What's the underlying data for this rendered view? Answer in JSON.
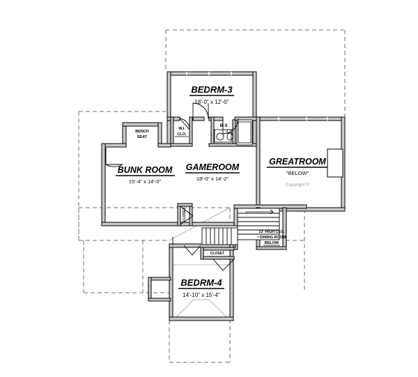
{
  "document": {
    "type": "architectural-floor-plan",
    "level": "second-floor",
    "background_color": "#ffffff",
    "line_color": "#000000",
    "wall_fill": "#b9b9b9",
    "copyright_color": "#9a9a9a"
  },
  "rooms": [
    {
      "id": "bedrm3",
      "name": "BEDRM-3",
      "dimensions": "18'-0\" x 12'-0\"",
      "underlined": true
    },
    {
      "id": "bunkroom",
      "name": "BUNK ROOM",
      "dimensions": "15'-4\" x 14'-0\"",
      "underlined": true
    },
    {
      "id": "gameroom",
      "name": "GAMEROOM",
      "dimensions": "18'-0\" x 14'-2\"",
      "underlined": true
    },
    {
      "id": "greatroom",
      "name": "GREATROOM",
      "dimensions": "\"BELOW\"",
      "underlined": true
    },
    {
      "id": "bedrm4",
      "name": "BEDRM-4",
      "dimensions": "14'-10\" x 15'-4\"",
      "underlined": true
    }
  ],
  "small_labels": {
    "bench_seat_line1": "BENCH",
    "bench_seat_line2": "SEAT",
    "walk_in_closet_line1": "W.I.",
    "walk_in_closet_line2": "CLO.",
    "bath3": "B-3",
    "closet_vertical": "CLOSET",
    "closet_horizontal": "CLOSET"
  },
  "notes": {
    "ceiling_note_line1": "13' HIGH CLG.",
    "ceiling_note_line2": "• DINING ROOM",
    "ceiling_note_line3": "BELOW",
    "copyright": "Copyright ©"
  }
}
